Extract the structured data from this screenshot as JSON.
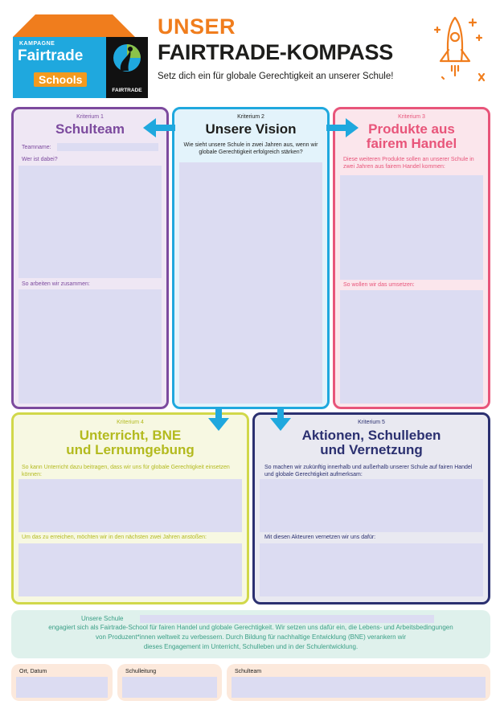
{
  "logo": {
    "kampagne": "KAMPAGNE",
    "fairtrade": "Fairtrade",
    "schools": "Schools",
    "mark_text": "FAIRTRADE"
  },
  "header": {
    "title_line1": "UNSER",
    "title_line2": "FAIRTRADE-KOMPASS",
    "subtitle": "Setz dich ein für globale Gerechtigkeit an unserer Schule!"
  },
  "colors": {
    "orange": "#f07d1d",
    "purple": "#7c4a9e",
    "blue": "#1fa8de",
    "pink": "#e8557a",
    "lime": "#b3ba1e",
    "navy": "#2b3070",
    "teal": "#3a9f86"
  },
  "criteria": [
    {
      "kriterium": "Kriterium 1",
      "title": "Schulteam",
      "labels": [
        "Teamname:",
        "Wer ist dabei?",
        "So arbeiten wir zusammen:"
      ]
    },
    {
      "kriterium": "Kriterium 2",
      "title": "Unsere Vision",
      "labels": [
        "Wie sieht unsere Schule in zwei Jahren aus, wenn wir globale Gerechtigkeit erfolgreich stärken?"
      ]
    },
    {
      "kriterium": "Kriterium 3",
      "title_line1": "Produkte aus",
      "title_line2": "fairem Handel",
      "labels": [
        "Diese weiteren Produkte sollen an unserer Schule in zwei Jahren aus fairem Handel kommen:",
        "So wollen wir das umsetzen:"
      ]
    },
    {
      "kriterium": "Kriterium 4",
      "title_line1": "Unterricht, BNE",
      "title_line2": "und Lernumgebung",
      "labels": [
        "So kann Unterricht dazu beitragen, dass wir uns für globale Gerechtigkeit einsetzen können:",
        "Um das zu erreichen, möchten wir in den nächsten zwei Jahren anstoßen:"
      ]
    },
    {
      "kriterium": "Kriterium 5",
      "title_line1": "Aktionen, Schulleben",
      "title_line2": "und Vernetzung",
      "labels": [
        "So machen wir zukünftig innerhalb und außerhalb unserer Schule auf fairen Handel und globale Gerechtigkeit aufmerksam:",
        "Mit diesen Akteuren vernetzen wir uns dafür:"
      ]
    }
  ],
  "statement": {
    "prefix": "Unsere Schule",
    "line1": "engagiert sich als Fairtrade-School für fairen Handel und globale Gerechtigkeit. Wir setzen uns dafür ein, die Lebens- und Arbeitsbedingungen",
    "line2": "von Produzent*innen weltweit zu verbessern. Durch Bildung für nachhaltige Entwicklung (BNE) verankern wir",
    "line3": "dieses Engagement im Unterricht, Schulleben und in der Schulentwicklung."
  },
  "signatures": {
    "ort_datum": "Ort, Datum",
    "schulleitung": "Schulleitung",
    "schulteam": "Schulteam"
  },
  "icons": [
    "rocket-icon",
    "fairtrade-mark-icon",
    "house-roof-icon",
    "arrow-left-icon",
    "arrow-right-icon",
    "arrow-down-icon"
  ]
}
